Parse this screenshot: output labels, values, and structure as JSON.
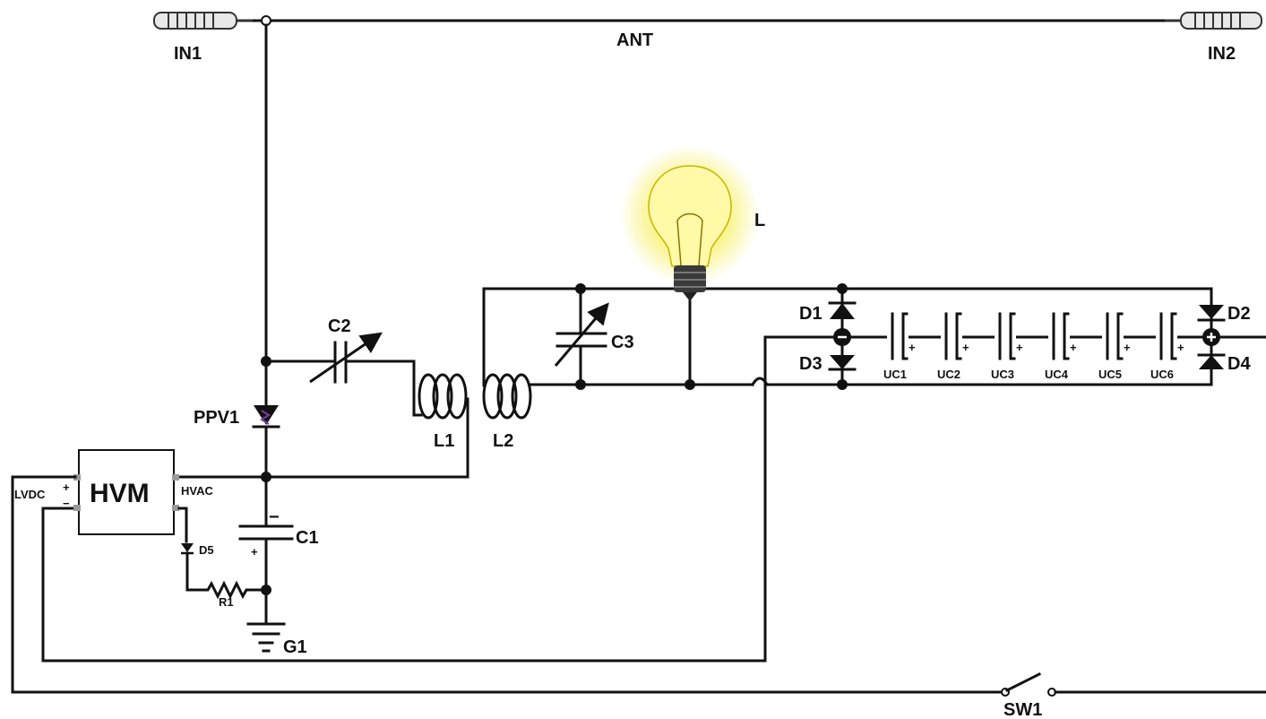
{
  "labels": {
    "in1": "IN1",
    "in2": "IN2",
    "ant": "ANT",
    "lamp": "L",
    "c1": "C1",
    "c2": "C2",
    "c3": "C3",
    "l1": "L1",
    "l2": "L2",
    "ppv1": "PPV1",
    "hvm": "HVM",
    "lvdc": "LVDC",
    "hvac": "HVAC",
    "d1": "D1",
    "d2": "D2",
    "d3": "D3",
    "d4": "D4",
    "d5": "D5",
    "r1": "R1",
    "g1": "G1",
    "sw1": "SW1",
    "uc": [
      "UC1",
      "UC2",
      "UC3",
      "UC4",
      "UC5",
      "UC6"
    ],
    "plus": "+",
    "minus": "−"
  },
  "colors": {
    "wire": "#111111",
    "lamp_glow": "#f7ef5a",
    "lamp_bulb": "#fff9a8",
    "lamp_base": "#3a3a3a",
    "spark": "#7a3fa0"
  }
}
